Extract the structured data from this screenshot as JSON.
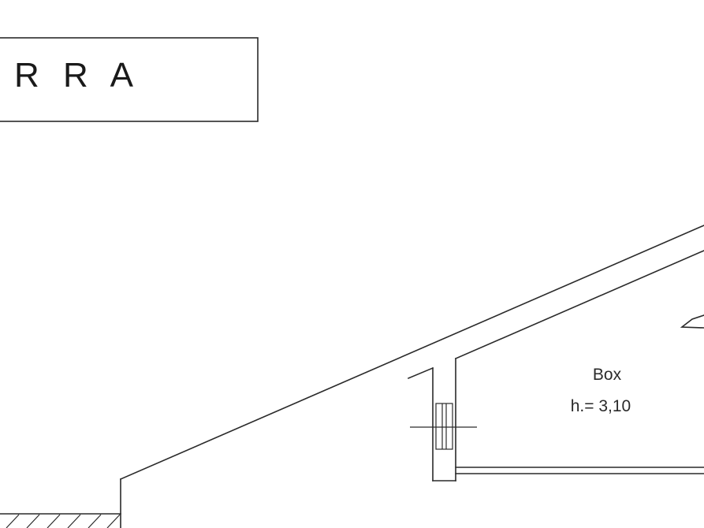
{
  "title_box": {
    "label": "R R A"
  },
  "room": {
    "name": "Box",
    "height_label": "h.= 3,10"
  },
  "colors": {
    "line": "#2a2a2a",
    "background": "#ffffff"
  }
}
